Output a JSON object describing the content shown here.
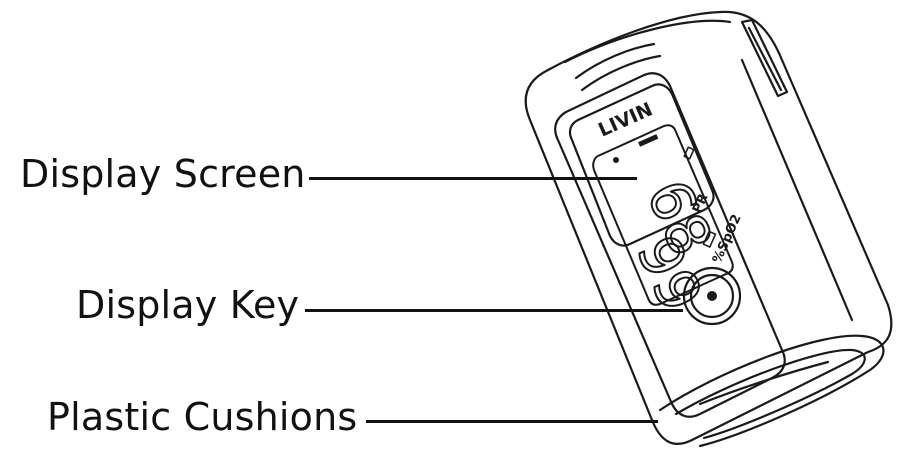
{
  "device": {
    "brand": "LIVIN",
    "spo2_reading": "99",
    "pulse_rate_reading": "68",
    "spo2_unit": "%SpO2",
    "pr_label": "PR"
  },
  "callouts": [
    {
      "label": "Display Screen"
    },
    {
      "label": "Display Key"
    },
    {
      "label": "Plastic Cushions"
    }
  ]
}
